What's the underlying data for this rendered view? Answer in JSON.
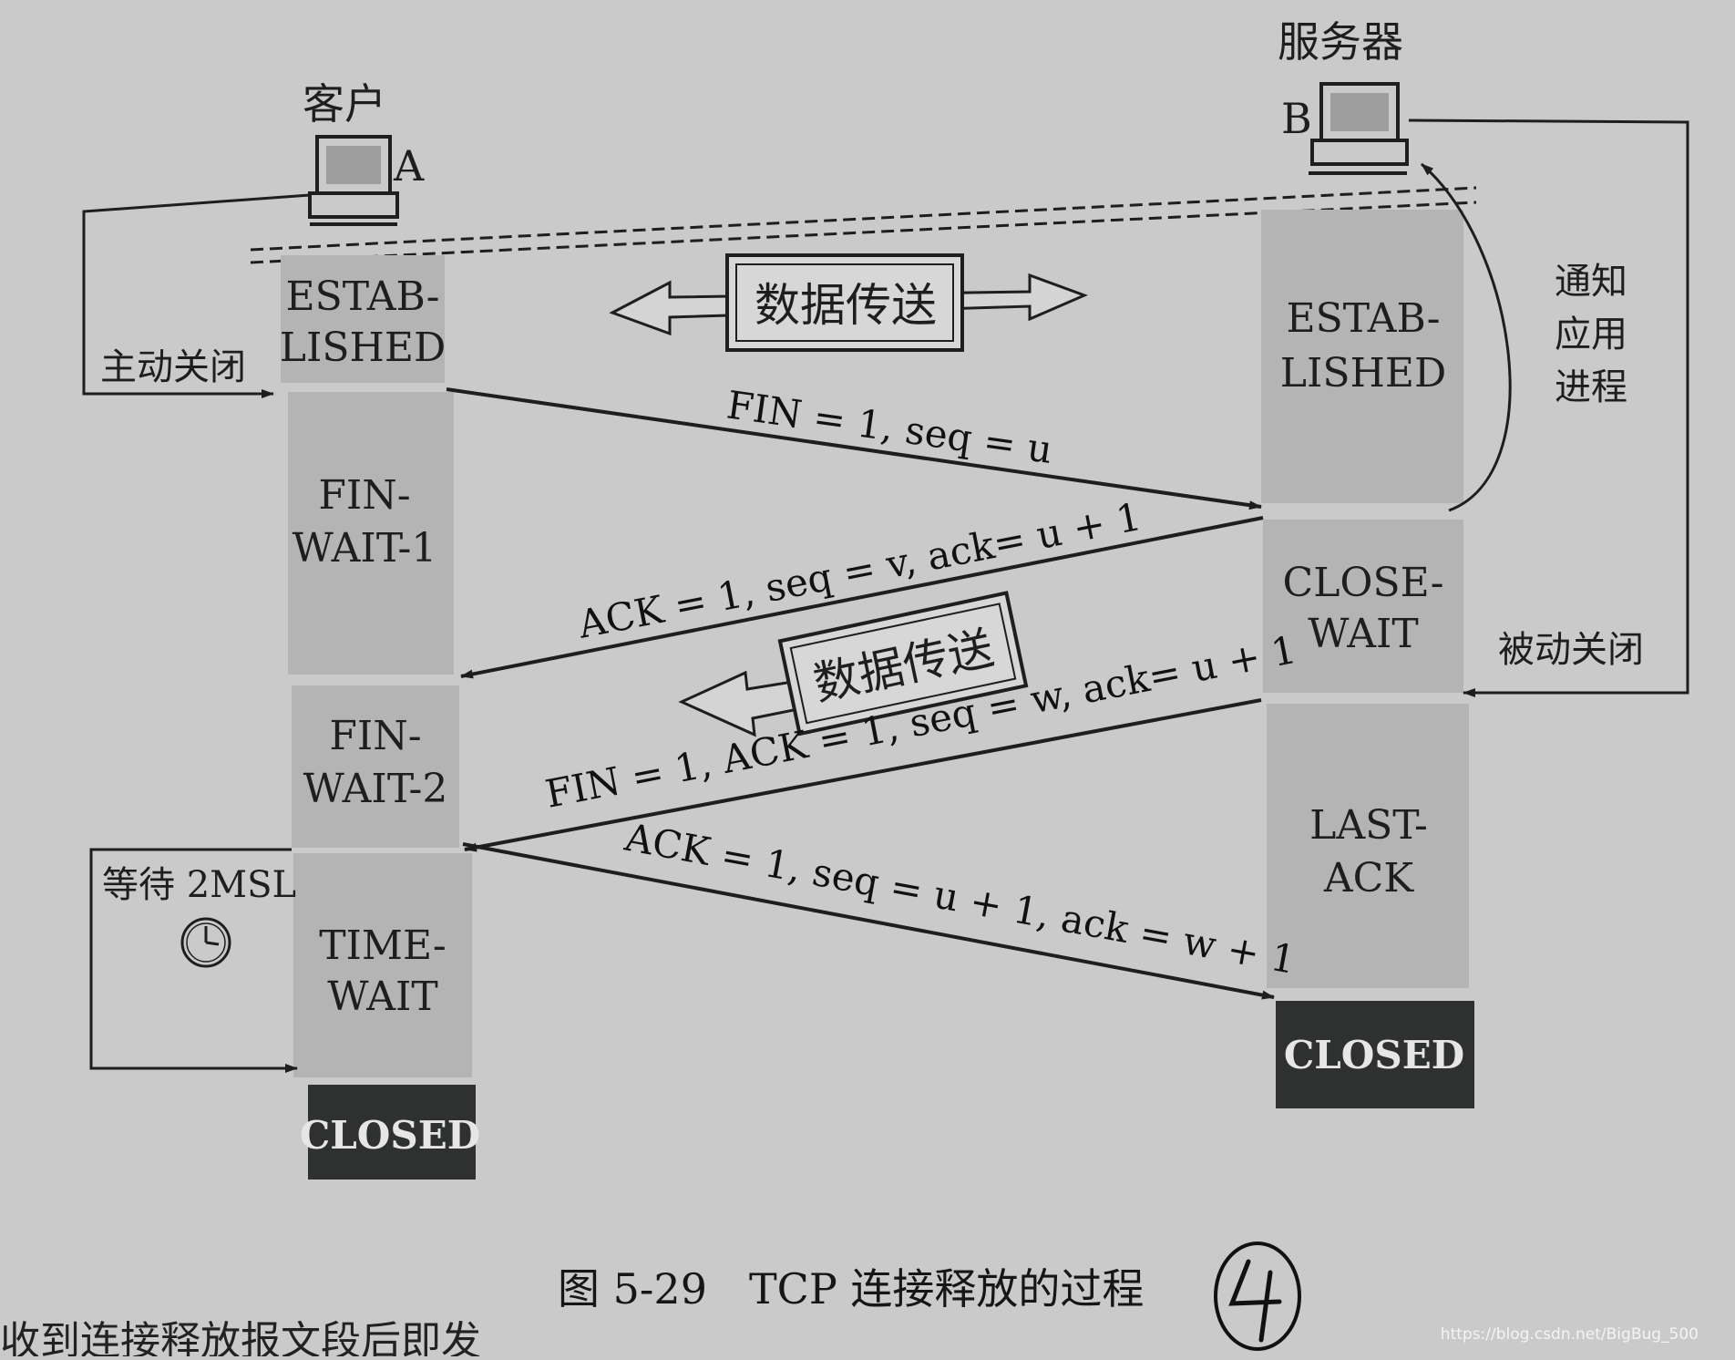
{
  "client": {
    "title": "客户",
    "letter": "A"
  },
  "server": {
    "title": "服务器",
    "letter": "B"
  },
  "client_states": [
    {
      "line1": "ESTAB-",
      "line2": "LISHED"
    },
    {
      "line1": "FIN-",
      "line2": "WAIT-1"
    },
    {
      "line1": "FIN-",
      "line2": "WAIT-2"
    },
    {
      "line1": "TIME-",
      "line2": "WAIT"
    }
  ],
  "server_states": [
    {
      "line1": "ESTAB-",
      "line2": "LISHED"
    },
    {
      "line1": "CLOSE-",
      "line2": "WAIT"
    },
    {
      "line1": "LAST-",
      "line2": "ACK"
    }
  ],
  "closed_label": "CLOSED",
  "data_transfer_label": "数据传送",
  "messages": [
    "FIN = 1, seq = u",
    "ACK = 1, seq = v, ack= u + 1",
    "FIN = 1, ACK = 1, seq = w, ack= u + 1",
    "ACK = 1, seq = u + 1, ack = w + 1"
  ],
  "active_close": "主动关闭",
  "passive_close": "被动关闭",
  "notify_app": [
    "通知",
    "应用",
    "进程"
  ],
  "wait_2msl": "等待 2MSL",
  "caption": "图 5-29　TCP 连接释放的过程",
  "handwritten_mark": "4",
  "bottom_text": "收到连接释放报文段后即发",
  "watermark": "https://blog.csdn.net/BigBug_500",
  "colors": {
    "background": "#c9cac9",
    "state_box": "#b3b4b3",
    "closed_box": "#2f3030",
    "ink": "#1e1e1e"
  }
}
